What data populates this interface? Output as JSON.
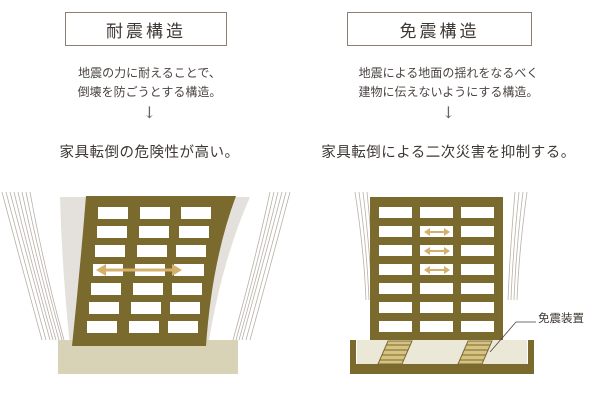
{
  "left": {
    "title": "耐震構造",
    "desc_line1": "地震の力に耐えることで、",
    "desc_line2": "倒壊を防ごうとする構造。",
    "arrow": "↓",
    "result": "家具転倒の危険性が高い。"
  },
  "right": {
    "title": "免震構造",
    "desc_line1": "地震による地面の揺れをなるべく",
    "desc_line2": "建物に伝えないようにする構造。",
    "arrow": "↓",
    "result": "家具転倒による二次災害を抑制する。",
    "device_label": "免震装置"
  },
  "colors": {
    "frame": "#7b6a2e",
    "ground": "#d8d3b6",
    "window": "#ffffff",
    "arrow": "#d4b06a",
    "motion_lines": "#b8b0a6"
  }
}
